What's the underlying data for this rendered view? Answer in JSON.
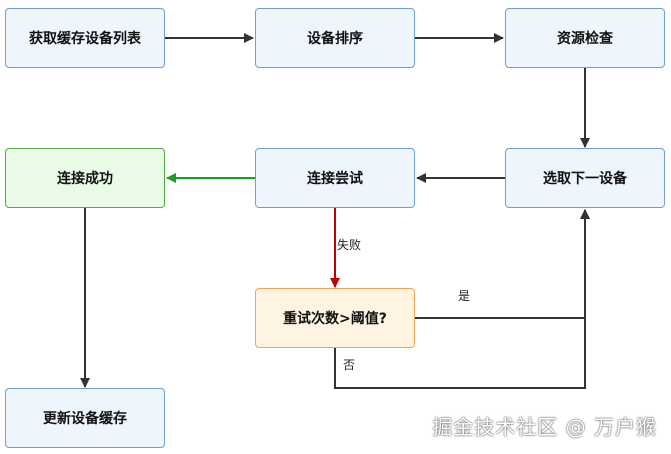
{
  "nodes": {
    "get_list": "获取缓存设备列表",
    "sort": "设备排序",
    "resource_check": "资源检查",
    "select_next": "选取下一设备",
    "try_connect": "连接尝试",
    "success": "连接成功",
    "retry_check": "重试次数>阈值?",
    "update_cache": "更新设备缓存"
  },
  "edge_labels": {
    "fail": "失败",
    "yes": "是",
    "no": "否"
  },
  "colors": {
    "default_edge": "#333333",
    "success_edge": "#1e9e1e",
    "fail_edge": "#c00000"
  },
  "watermark": "掘金技术社区 @ 万户猴"
}
